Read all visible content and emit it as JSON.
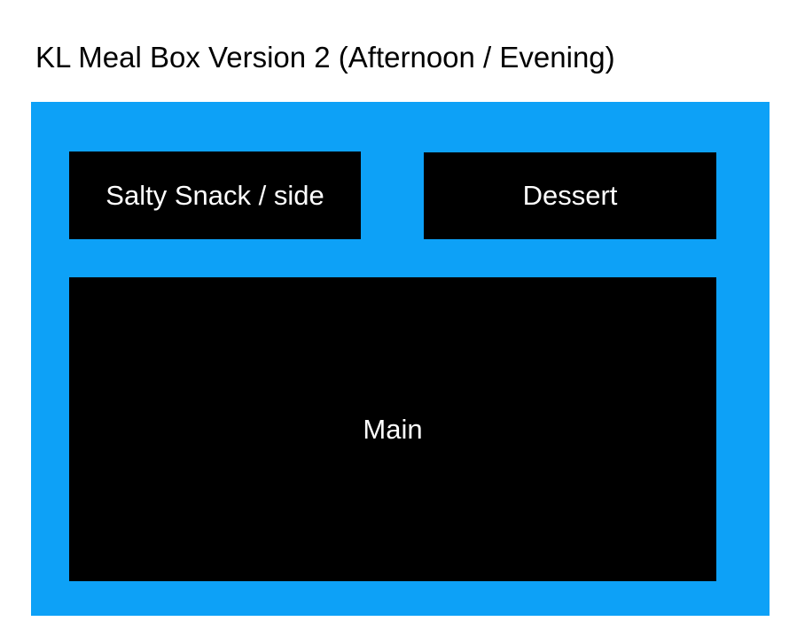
{
  "title": {
    "text": "KL Meal Box Version 2 (Afternoon / Evening)",
    "color": "#000000"
  },
  "meal_box": {
    "fill_color": "#0DA1F7",
    "compartments": [
      {
        "name": "salty-snack-side",
        "label": "Salty Snack / side",
        "fill_color": "#000000",
        "text_color": "#FFFFFF"
      },
      {
        "name": "dessert",
        "label": "Dessert",
        "fill_color": "#000000",
        "text_color": "#FFFFFF"
      },
      {
        "name": "main",
        "label": "Main",
        "fill_color": "#000000",
        "text_color": "#FFFFFF"
      }
    ]
  }
}
